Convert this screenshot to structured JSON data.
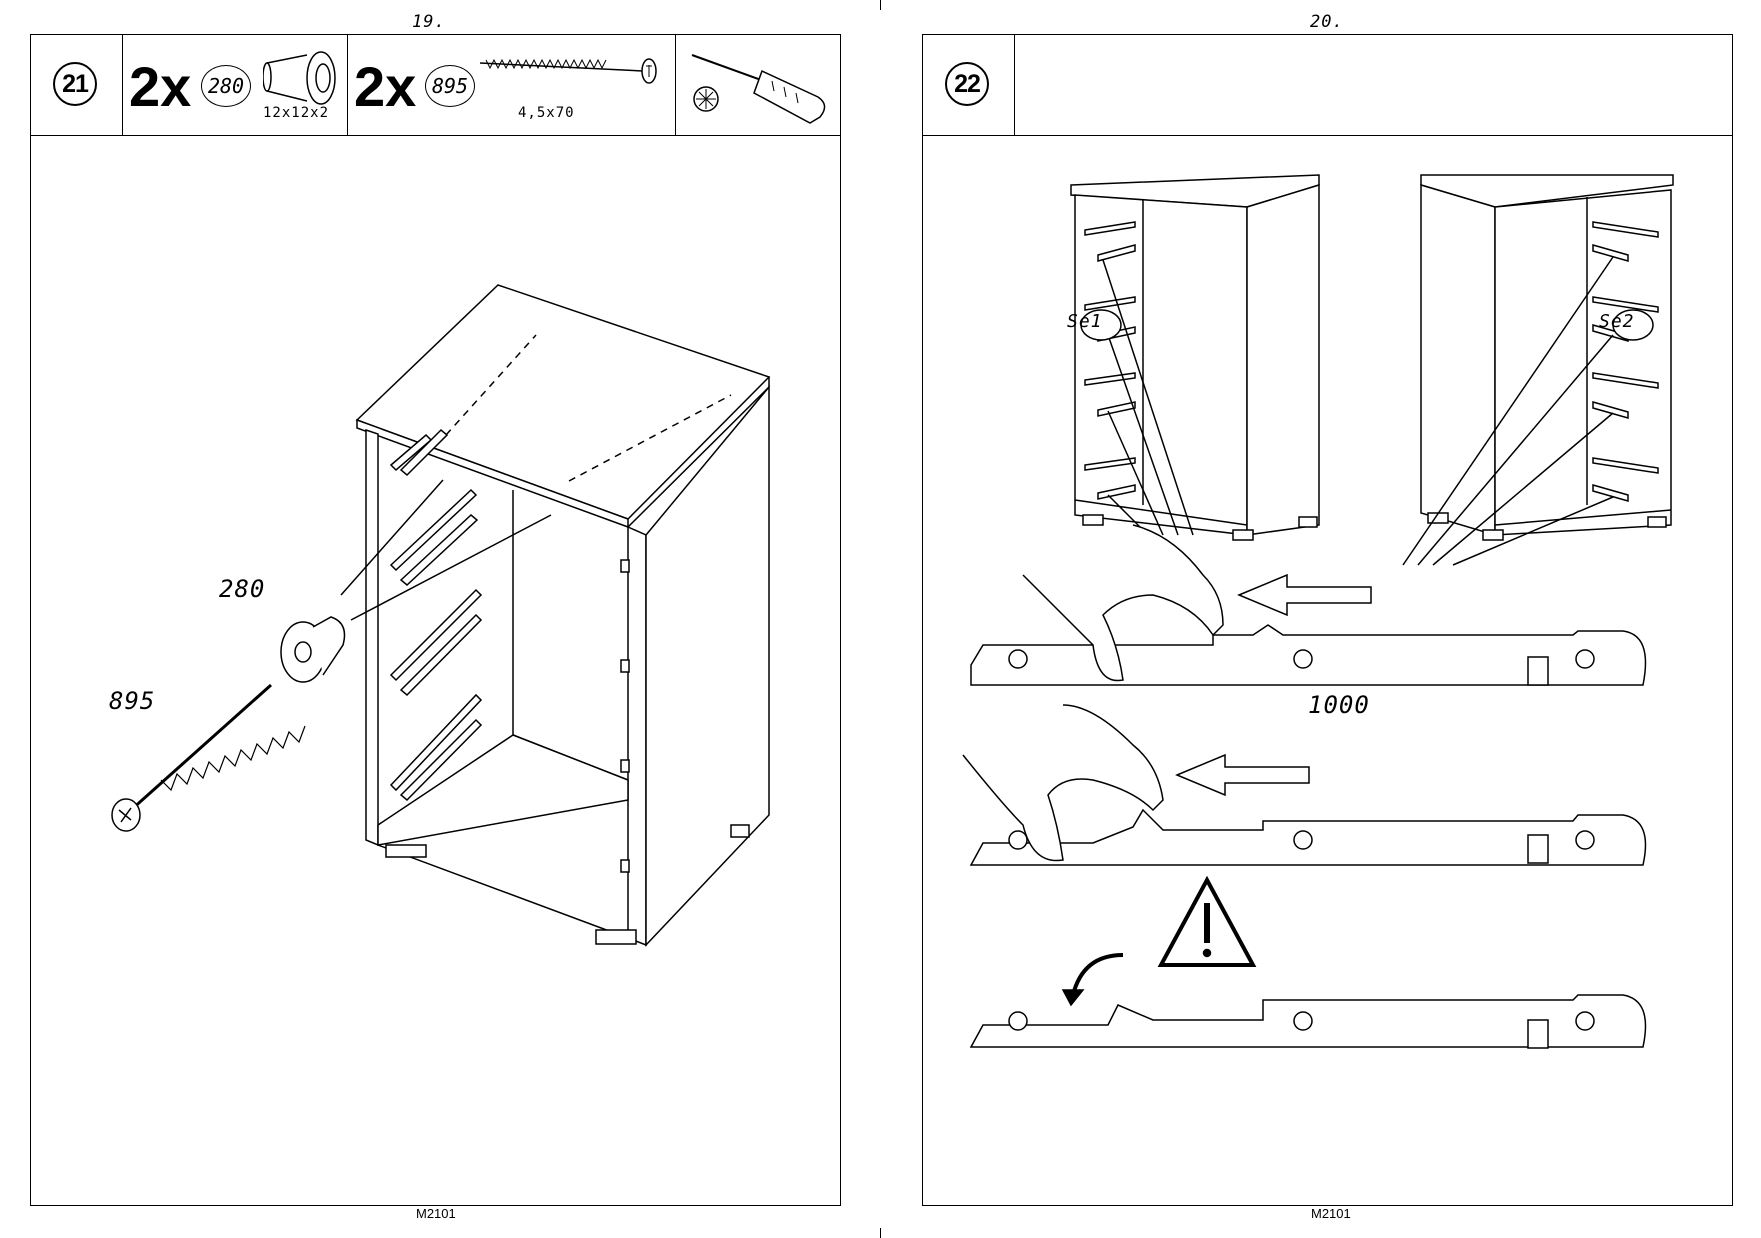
{
  "pages": [
    {
      "page_number": "19.",
      "footer": "M2101",
      "step": {
        "number": "21",
        "parts": [
          {
            "quantity": "2x",
            "code": "280",
            "dimension": "12x12x2",
            "icon": "spacer-sleeve-icon"
          },
          {
            "quantity": "2x",
            "code": "895",
            "dimension": "4,5x70",
            "icon": "screw-icon"
          }
        ],
        "tool_icon": "phillips-screwdriver-icon",
        "callouts": [
          "280",
          "895"
        ]
      }
    },
    {
      "page_number": "20.",
      "footer": "M2101",
      "step": {
        "number": "22",
        "side_labels": [
          "Se1",
          "Se2"
        ],
        "detail_label": "1000",
        "warning_icon": "warning-triangle-icon"
      }
    }
  ]
}
